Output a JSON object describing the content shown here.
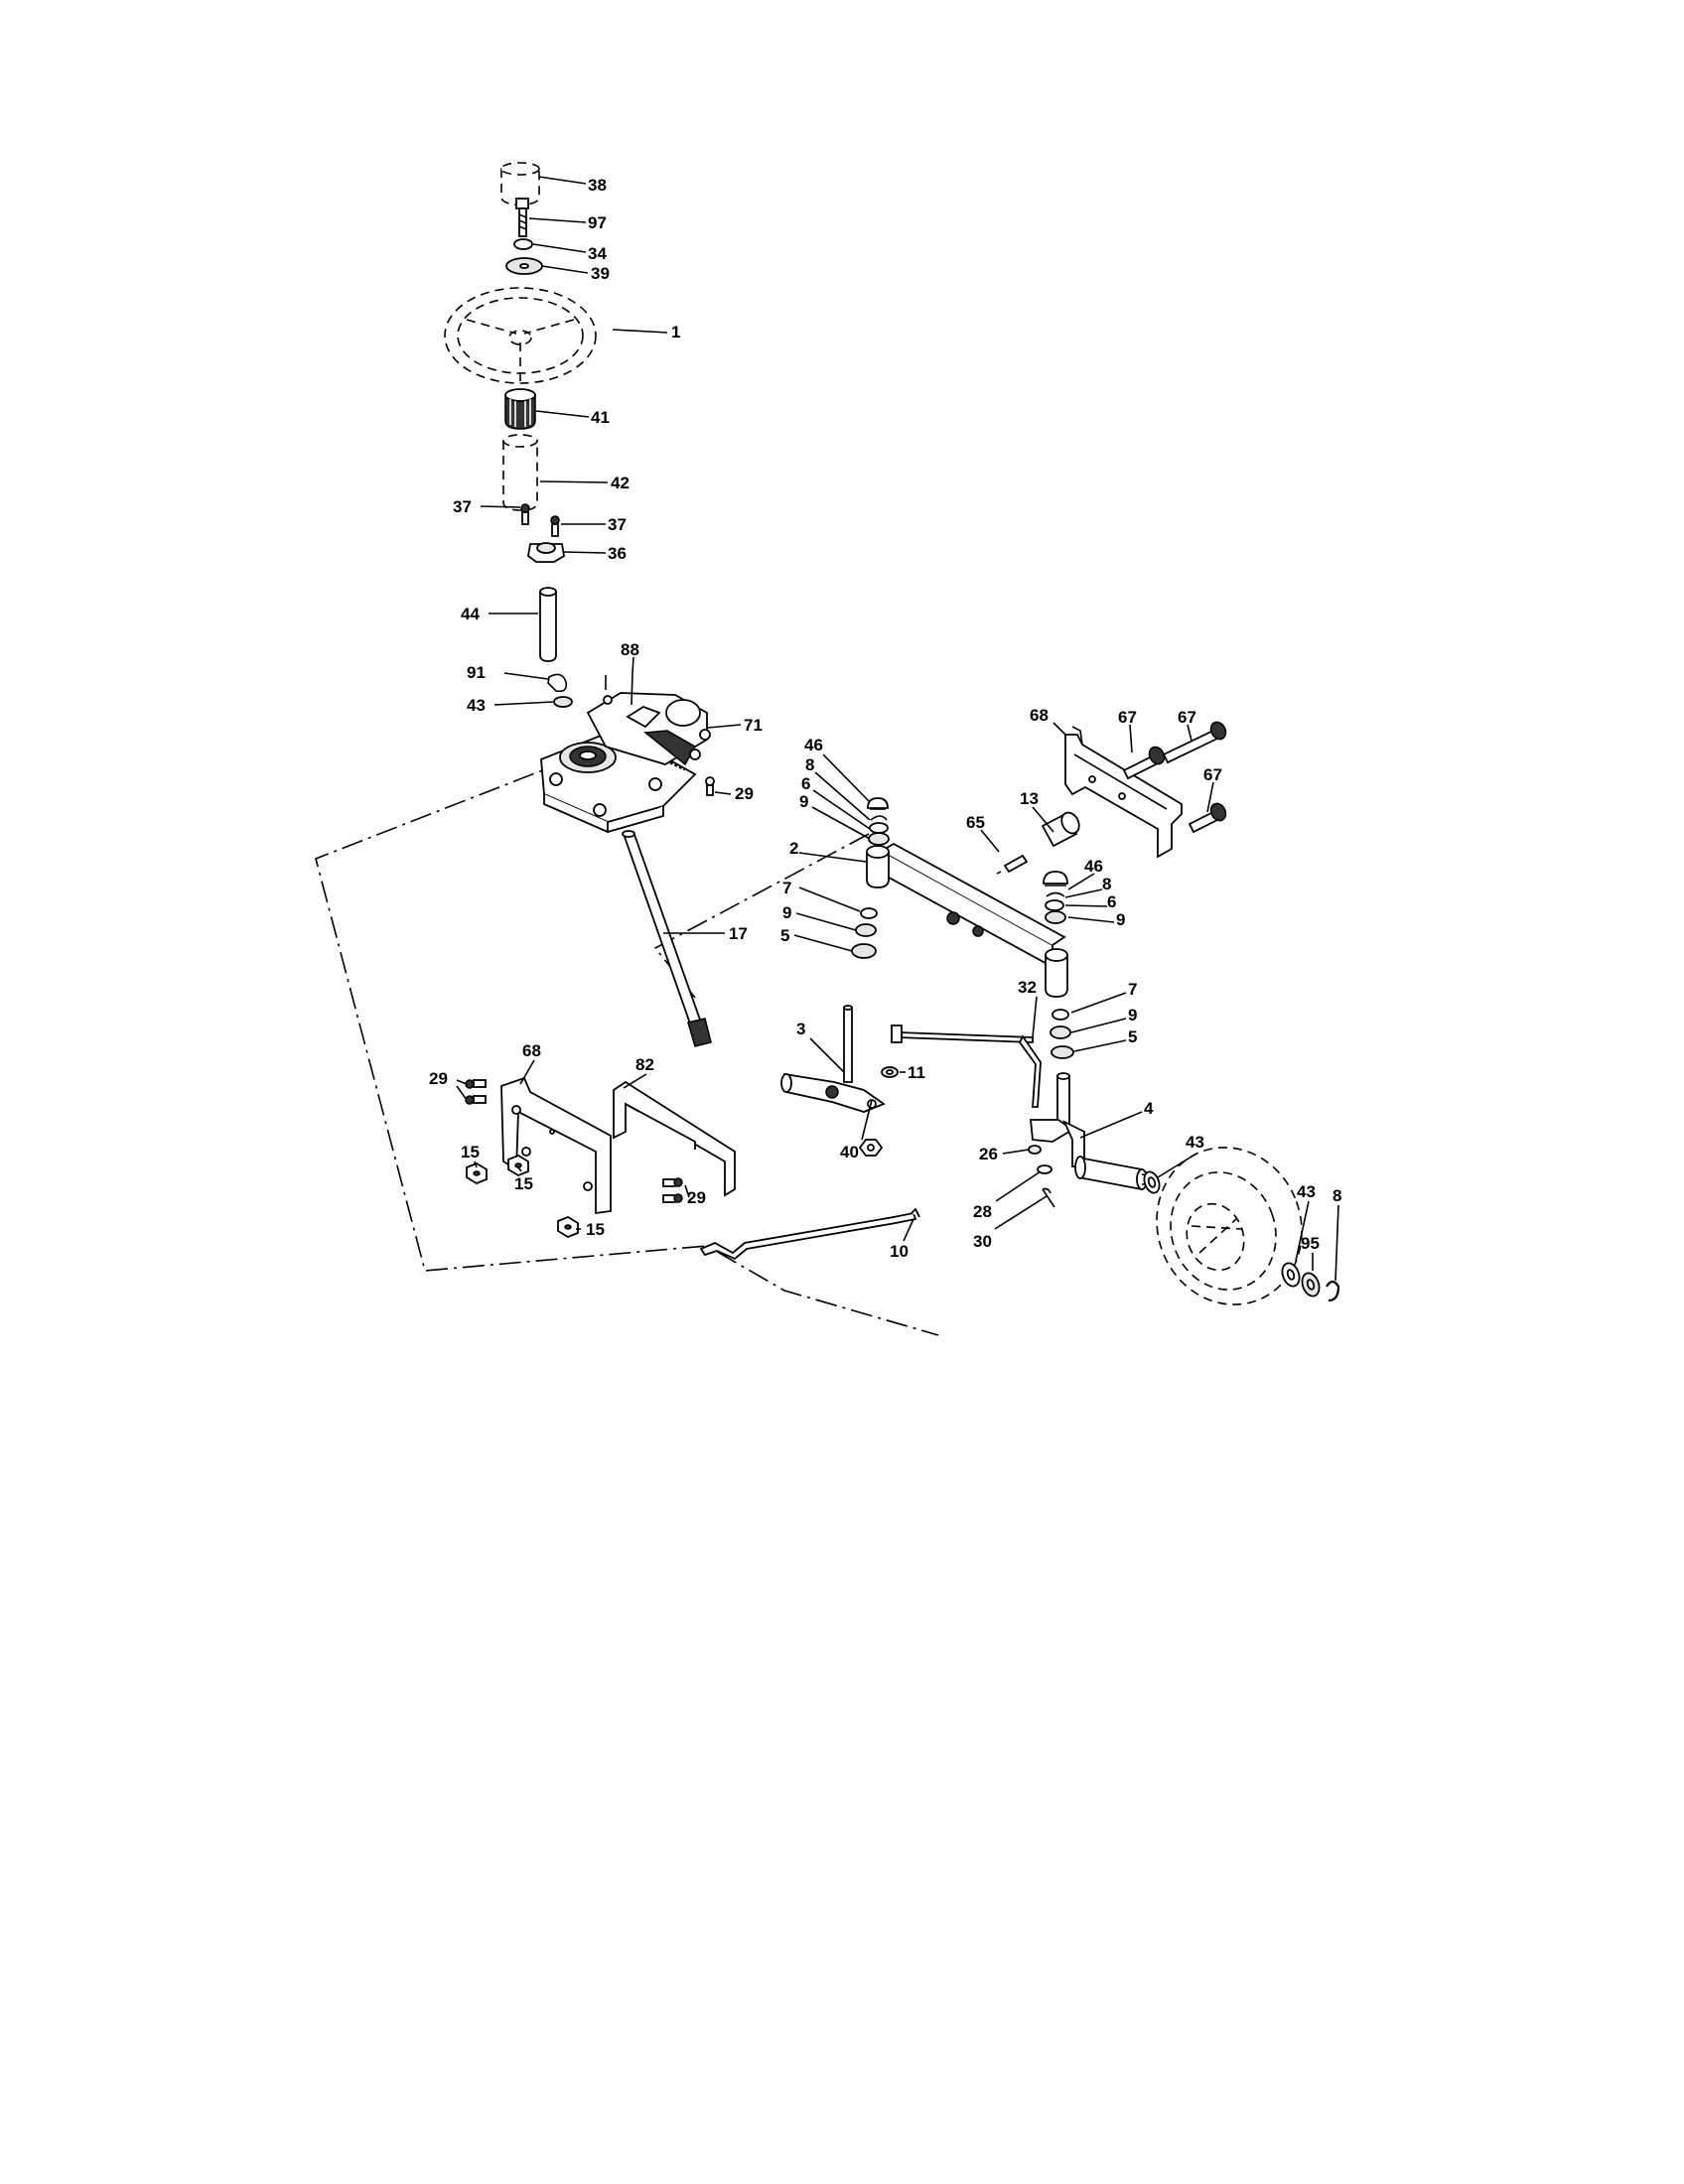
{
  "callouts": [
    {
      "id": "c38",
      "text": "38"
    },
    {
      "id": "c97",
      "text": "97"
    },
    {
      "id": "c34",
      "text": "34"
    },
    {
      "id": "c39",
      "text": "39"
    },
    {
      "id": "c1",
      "text": "1"
    },
    {
      "id": "c41",
      "text": "41"
    },
    {
      "id": "c42",
      "text": "42"
    },
    {
      "id": "c37a",
      "text": "37"
    },
    {
      "id": "c37b",
      "text": "37"
    },
    {
      "id": "c36",
      "text": "36"
    },
    {
      "id": "c44",
      "text": "44"
    },
    {
      "id": "c88",
      "text": "88"
    },
    {
      "id": "c91",
      "text": "91"
    },
    {
      "id": "c43a",
      "text": "43"
    },
    {
      "id": "c71",
      "text": "71"
    },
    {
      "id": "c29a",
      "text": "29"
    },
    {
      "id": "c17",
      "text": "17"
    },
    {
      "id": "c46a",
      "text": "46"
    },
    {
      "id": "c8a",
      "text": "8"
    },
    {
      "id": "c6a",
      "text": "6"
    },
    {
      "id": "c9a",
      "text": "9"
    },
    {
      "id": "c2",
      "text": "2"
    },
    {
      "id": "c7a",
      "text": "7"
    },
    {
      "id": "c9b",
      "text": "9"
    },
    {
      "id": "c5a",
      "text": "5"
    },
    {
      "id": "c65",
      "text": "65"
    },
    {
      "id": "c13",
      "text": "13"
    },
    {
      "id": "c68a",
      "text": "68"
    },
    {
      "id": "c67a",
      "text": "67"
    },
    {
      "id": "c67b",
      "text": "67"
    },
    {
      "id": "c67c",
      "text": "67"
    },
    {
      "id": "c46b",
      "text": "46"
    },
    {
      "id": "c8b",
      "text": "8"
    },
    {
      "id": "c6b",
      "text": "6"
    },
    {
      "id": "c9c",
      "text": "9"
    },
    {
      "id": "c7b",
      "text": "7"
    },
    {
      "id": "c9d",
      "text": "9"
    },
    {
      "id": "c5b",
      "text": "5"
    },
    {
      "id": "c32",
      "text": "32"
    },
    {
      "id": "c3",
      "text": "3"
    },
    {
      "id": "c11",
      "text": "11"
    },
    {
      "id": "c40",
      "text": "40"
    },
    {
      "id": "c4",
      "text": "4"
    },
    {
      "id": "c26",
      "text": "26"
    },
    {
      "id": "c43b",
      "text": "43"
    },
    {
      "id": "c28",
      "text": "28"
    },
    {
      "id": "c30",
      "text": "30"
    },
    {
      "id": "c43c",
      "text": "43"
    },
    {
      "id": "c8c",
      "text": "8"
    },
    {
      "id": "c95",
      "text": "95"
    },
    {
      "id": "c29b",
      "text": "29"
    },
    {
      "id": "c68b",
      "text": "68"
    },
    {
      "id": "c82",
      "text": "82"
    },
    {
      "id": "c15a",
      "text": "15"
    },
    {
      "id": "c15b",
      "text": "15"
    },
    {
      "id": "c15c",
      "text": "15"
    },
    {
      "id": "c29c",
      "text": "29"
    },
    {
      "id": "c10",
      "text": "10"
    }
  ]
}
